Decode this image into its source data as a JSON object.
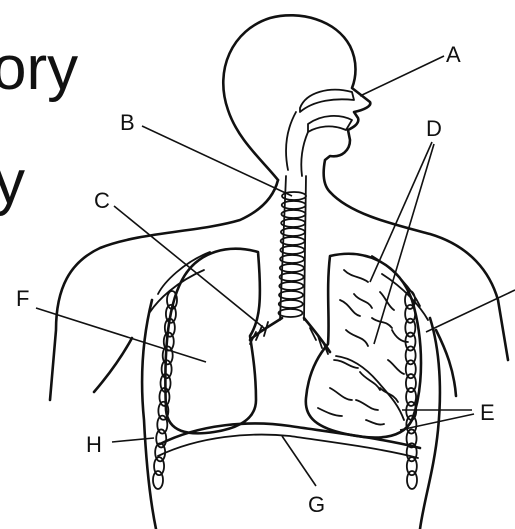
{
  "background_title": {
    "line1": "ory",
    "line2": "y"
  },
  "labels": {
    "A": "A",
    "B": "B",
    "C": "C",
    "D": "D",
    "E": "E",
    "F": "F",
    "G": "G",
    "H": "H"
  }
}
